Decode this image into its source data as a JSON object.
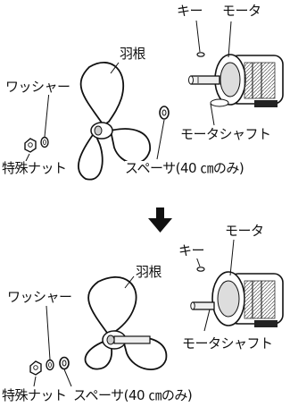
{
  "diagram": {
    "upper": {
      "key_label": "キー",
      "motor_label": "モータ",
      "blade_label": "羽根",
      "washer_label": "ワッシャー",
      "shaft_label": "モータシャフト",
      "nut_label": "特殊ナット",
      "spacer_label": "スペーサ(40 ㎝のみ)"
    },
    "lower": {
      "key_label": "キー",
      "motor_label": "モータ",
      "blade_label": "羽根",
      "washer_label": "ワッシャー",
      "shaft_label": "モータシャフト",
      "nut_label": "特殊ナット",
      "spacer_label": "スペーサ(40 ㎝のみ)"
    },
    "arrow_icon": "down-arrow-icon"
  }
}
